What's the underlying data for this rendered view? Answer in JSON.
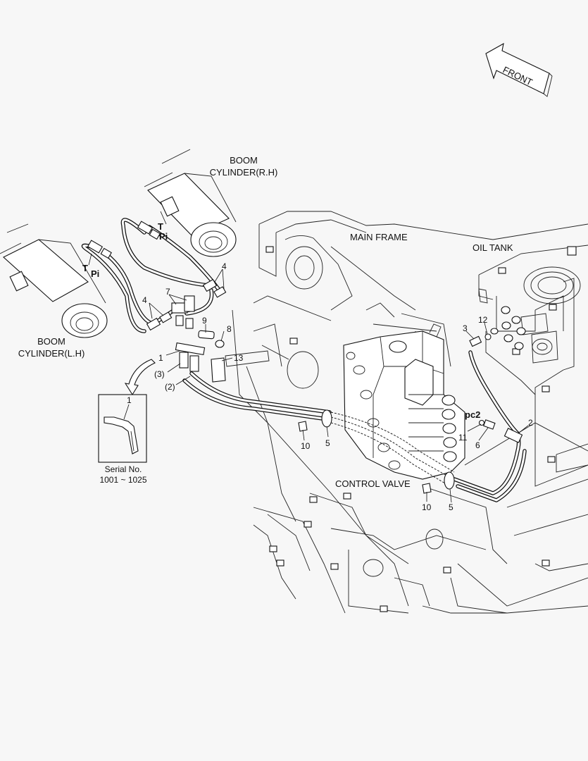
{
  "direction": {
    "label": "FRONT"
  },
  "assemblies": {
    "boom_cylinder_rh": [
      "BOOM",
      "CYLINDER(R.H)"
    ],
    "boom_cylinder_lh": [
      "BOOM",
      "CYLINDER(L.H)"
    ],
    "main_frame": "MAIN FRAME",
    "oil_tank": "OIL TANK",
    "control_valve": "CONTROL VALVE"
  },
  "ports": {
    "tank": "T",
    "pilot": "Pi",
    "pc2": "pc2"
  },
  "callouts": {
    "n1": "1",
    "n1_inset": "1",
    "n2": "2",
    "n2_paren": "(2)",
    "n3": "3",
    "n3_paren": "(3)",
    "n4_upper": "4",
    "n4_lower": "4",
    "n5_left": "5",
    "n5_right": "5",
    "n6": "6",
    "n7": "7",
    "n8": "8",
    "n9": "9",
    "n10_left": "10",
    "n10_right": "10",
    "n11": "11",
    "n12": "12",
    "n13": "13"
  },
  "inset": {
    "serial_label": "Serial No.",
    "serial_range": "1001 ~ 1025"
  }
}
